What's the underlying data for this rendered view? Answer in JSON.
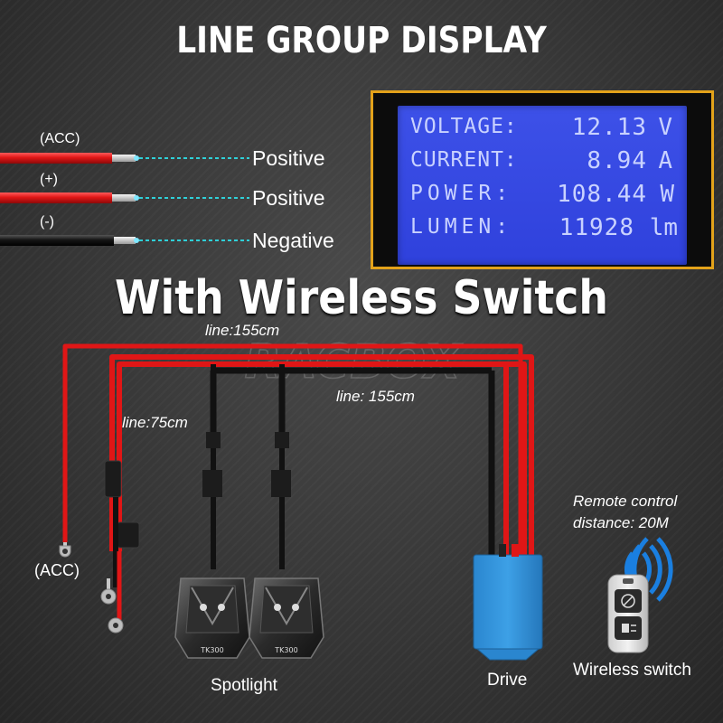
{
  "titles": {
    "top": "LINE GROUP DISPLAY",
    "middle": "With Wireless Switch"
  },
  "wires": [
    {
      "tag": "(ACC)",
      "label": "Positive",
      "color": "#e01616"
    },
    {
      "tag": "(+)",
      "label": "Positive",
      "color": "#e01616"
    },
    {
      "tag": "(-)",
      "label": "Negative",
      "color": "#111111"
    }
  ],
  "lcd": {
    "rows": [
      {
        "label": "VOLTAGE:",
        "value": "12.13",
        "unit": "V"
      },
      {
        "label": "CURRENT:",
        "value": "8.94",
        "unit": "A"
      },
      {
        "label": "POWER:",
        "value": "108.44",
        "unit": "W"
      },
      {
        "label": "LUMEN:",
        "value": "11928",
        "unit": "lm"
      }
    ]
  },
  "diagram": {
    "line_top": "line:155cm",
    "line_mid": "line: 155cm",
    "line_side": "line:75cm",
    "acc_label": "(ACC)",
    "spotlight_label": "Spotlight",
    "drive_label": "Drive",
    "remote_note_1": "Remote control",
    "remote_note_2": "distance: 20M",
    "wireless_label": "Wireless switch",
    "watermark": "RACBOX",
    "lamp_model": "TK300"
  },
  "colors": {
    "red_wire": "#e01616",
    "black_wire": "#111111",
    "lcd_blue": "#3a4de6",
    "lcd_frame": "#e3a21a",
    "drive_box": "#2f8fd6",
    "signal_blue": "#1a7fe0"
  }
}
